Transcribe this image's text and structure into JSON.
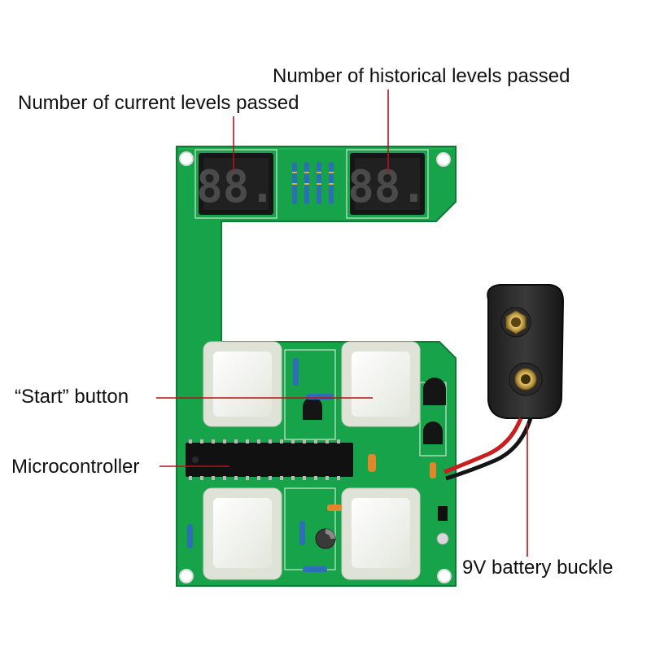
{
  "annotations": {
    "current_levels": "Number of current levels passed",
    "historical_levels": "Number of historical levels passed",
    "start_button": "“Start”  button",
    "microcontroller": "Microcontroller",
    "battery_buckle": "9V battery buckle"
  },
  "colors": {
    "pcb": "#17a34a",
    "pcb_dark": "#0f7a35",
    "silkscreen": "#f3f7ef",
    "button_cap": "#f4f5ef",
    "leader_line": "#b5121b"
  }
}
